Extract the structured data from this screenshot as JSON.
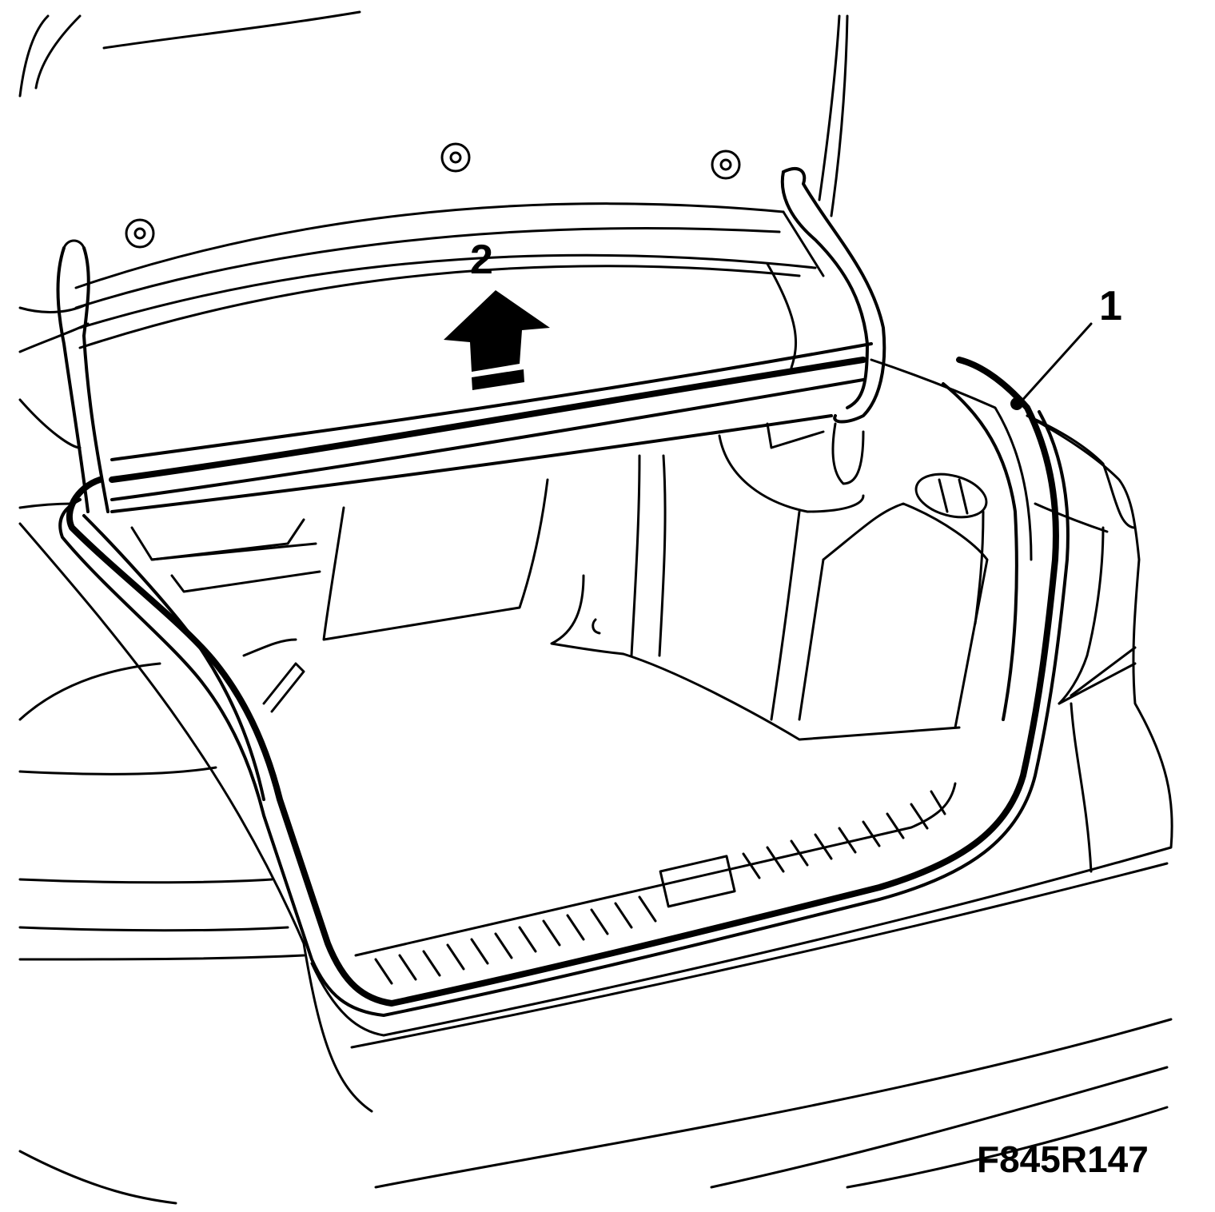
{
  "callouts": {
    "seal": "1",
    "direction": "2"
  },
  "figure_ref": "F845R147",
  "icons": [
    "arrow-up-icon"
  ],
  "colors": {
    "ink": "#000000",
    "paper": "#ffffff"
  }
}
